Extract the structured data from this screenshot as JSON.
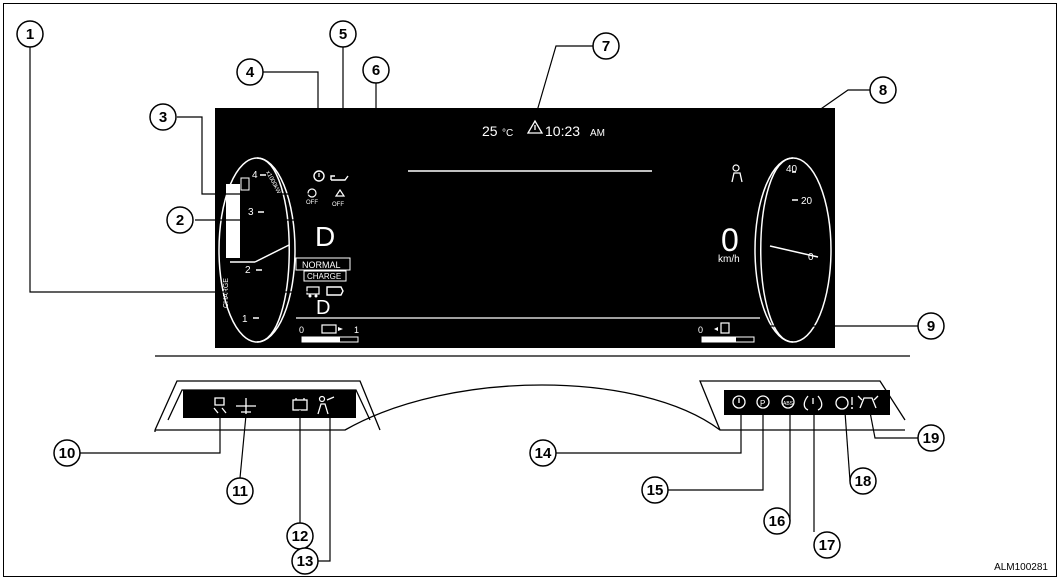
{
  "display": {
    "temperature": "25",
    "temp_unit": "°C",
    "time": "10:23",
    "time_suffix": "AM",
    "gear_left": "D",
    "mode_normal": "NORMAL",
    "mode_charge": "CHARGE",
    "gear_bottom": "D",
    "speed": "0",
    "speed_unit": "km/h",
    "power_ticks": [
      "1",
      "2",
      "3",
      "4"
    ],
    "power_label_top": "x1000kW",
    "power_label_charge": "CHARGE",
    "speed_ticks": [
      "0",
      "20",
      "40"
    ],
    "battery_scale_min": "0",
    "battery_scale_max": "1",
    "fuel_scale_min": "0"
  },
  "callouts": [
    "1",
    "2",
    "3",
    "4",
    "5",
    "6",
    "7",
    "8",
    "9",
    "10",
    "11",
    "12",
    "13",
    "14",
    "15",
    "16",
    "17",
    "18",
    "19"
  ],
  "reference_code": "ALM100281"
}
